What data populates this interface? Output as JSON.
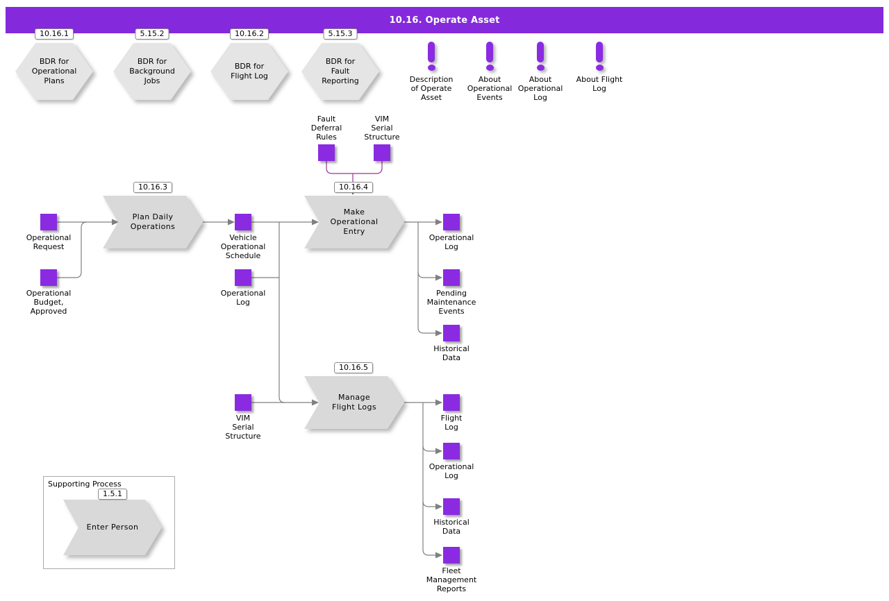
{
  "title": "10.16. Operate Asset",
  "colors": {
    "title_bar_purple": "#8429dc",
    "data_object_purple": "#8a2be2",
    "connector_gray": "#808080",
    "connector_violet": "#993399",
    "process_shape_gray": "#d9d9d9",
    "hexagon_gray": "#e5e5e5"
  },
  "bdr": [
    {
      "badge": "10.16.1",
      "label": "BDR for\nOperational\nPlans"
    },
    {
      "badge": "5.15.2",
      "label": "BDR for\nBackground\nJobs"
    },
    {
      "badge": "10.16.2",
      "label": "BDR for\nFlight Log"
    },
    {
      "badge": "5.15.3",
      "label": "BDR for\nFault\nReporting"
    }
  ],
  "notes": [
    {
      "label": "Description\nof Operate\nAsset"
    },
    {
      "label": "About\nOperational\nEvents"
    },
    {
      "label": "About\nOperational\nLog"
    },
    {
      "label": "About Flight\nLog"
    }
  ],
  "processes": [
    {
      "badge": "10.16.3",
      "label": "Plan Daily\nOperations"
    },
    {
      "badge": "10.16.4",
      "label": "Make\nOperational\nEntry"
    },
    {
      "badge": "10.16.5",
      "label": "Manage\nFlight Logs"
    },
    {
      "badge": "1.5.1",
      "label": "Enter Person"
    }
  ],
  "data_objects": [
    {
      "label": "Operational\nRequest"
    },
    {
      "label": "Operational\nBudget,\nApproved"
    },
    {
      "label": "Vehicle\nOperational\nSchedule"
    },
    {
      "label": "Operational\nLog"
    },
    {
      "label": "Fault\nDeferral\nRules"
    },
    {
      "label": "VIM\nSerial\nStructure"
    },
    {
      "label": "Operational\nLog"
    },
    {
      "label": "Pending\nMaintenance\nEvents"
    },
    {
      "label": "Historical\nData"
    },
    {
      "label": "VIM\nSerial\nStructure"
    },
    {
      "label": "Flight\nLog"
    },
    {
      "label": "Operational\nLog"
    },
    {
      "label": "Historical\nData"
    },
    {
      "label": "Fleet\nManagement\nReports"
    }
  ],
  "supporting_process": {
    "title": "Supporting Process"
  }
}
